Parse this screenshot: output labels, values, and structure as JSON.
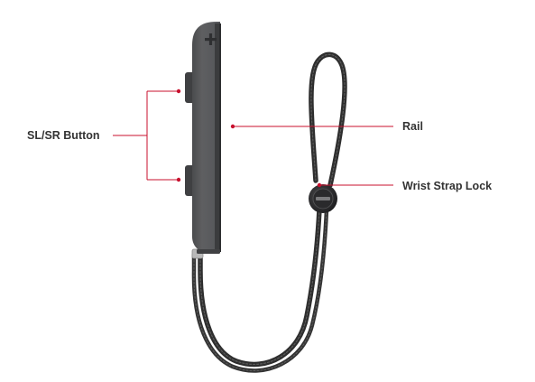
{
  "labels": {
    "sl_sr_button": "SL/SR Button",
    "rail": "Rail",
    "wrist_strap_lock": "Wrist Strap Lock"
  },
  "icons": {
    "plus": "plus-icon"
  },
  "colors": {
    "background": "#ffffff",
    "body": "#58595b",
    "body_dark": "#48494b",
    "rail_edge": "#3e3f41",
    "strap": "#3a3a3a",
    "leader_line": "#c8102e",
    "label_text": "#333333"
  }
}
